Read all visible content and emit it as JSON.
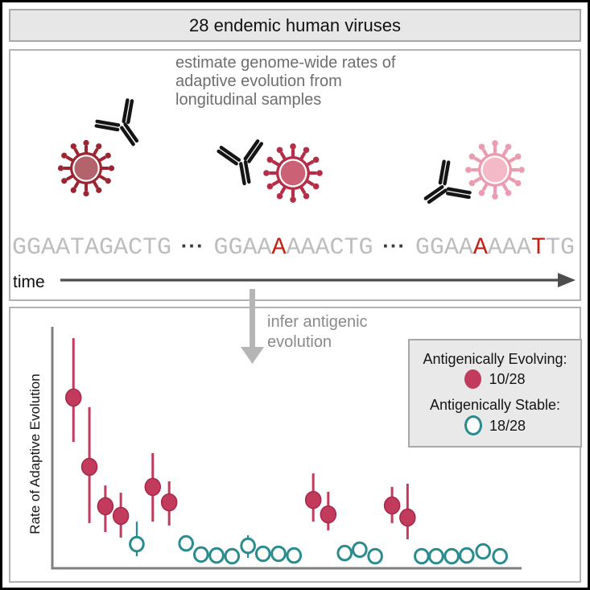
{
  "banner": {
    "title": "28 endemic human viruses"
  },
  "middle_panel": {
    "description_lines": [
      "estimate genome-wide rates of",
      "adaptive evolution from",
      "longitudinal samples"
    ],
    "sequences": [
      {
        "segments": [
          {
            "text": "GGAATAGACTG",
            "highlight": false
          }
        ]
      },
      {
        "segments": [
          {
            "text": "GGAA",
            "highlight": false
          },
          {
            "text": "A",
            "highlight": true
          },
          {
            "text": "AAACTG",
            "highlight": false
          }
        ]
      },
      {
        "segments": [
          {
            "text": "GGAA",
            "highlight": false
          },
          {
            "text": "A",
            "highlight": true
          },
          {
            "text": "AAA",
            "highlight": false
          },
          {
            "text": "T",
            "highlight": true
          },
          {
            "text": "TG",
            "highlight": false
          }
        ]
      }
    ],
    "separator": "···",
    "time_label": "time"
  },
  "infer": {
    "lines": [
      "infer antigenic",
      "evolution"
    ]
  },
  "illustration": {
    "viruses": [
      {
        "name": "dark-red-virus",
        "outer": "#9b2531",
        "inner": "#b4626c"
      },
      {
        "name": "crimson-virus",
        "outer": "#b52e48",
        "inner": "#ca6174"
      },
      {
        "name": "light-pink-virus",
        "outer": "#ec9cb1",
        "inner": "#f4b9c6"
      }
    ]
  },
  "chart_data": {
    "type": "scatter",
    "title": "",
    "xlabel": "",
    "ylabel": "Rate of Adaptive Evolution",
    "grid": false,
    "ticks": "none",
    "legend_position": "upper right",
    "x_units": "virus position along unlabeled axis, fraction 0-1",
    "y_units": "relative rate on unlabeled axis, fraction 0-1",
    "ylim": [
      0,
      1
    ],
    "series": [
      {
        "name": "Antigenically Evolving",
        "legend_label": "Antigenically Evolving:",
        "count_label": "10/28",
        "marker": "filled-circle",
        "color": "#c23a5c",
        "edge_color": "#a62848",
        "points": [
          {
            "x": 0.045,
            "y": 0.707,
            "ylo": 0.523,
            "yhi": 0.953
          },
          {
            "x": 0.079,
            "y": 0.42,
            "ylo": 0.187,
            "yhi": 0.667
          },
          {
            "x": 0.113,
            "y": 0.257,
            "ylo": 0.15,
            "yhi": 0.343
          },
          {
            "x": 0.146,
            "y": 0.217,
            "ylo": 0.127,
            "yhi": 0.313
          },
          {
            "x": 0.214,
            "y": 0.337,
            "ylo": 0.193,
            "yhi": 0.477
          },
          {
            "x": 0.249,
            "y": 0.273,
            "ylo": 0.177,
            "yhi": 0.36
          },
          {
            "x": 0.556,
            "y": 0.283,
            "ylo": 0.193,
            "yhi": 0.393
          },
          {
            "x": 0.588,
            "y": 0.223,
            "ylo": 0.157,
            "yhi": 0.317
          },
          {
            "x": 0.724,
            "y": 0.26,
            "ylo": 0.187,
            "yhi": 0.337
          },
          {
            "x": 0.757,
            "y": 0.21,
            "ylo": 0.12,
            "yhi": 0.35
          }
        ]
      },
      {
        "name": "Antigenically Stable",
        "legend_label": "Antigenically Stable:",
        "count_label": "18/28",
        "marker": "open-circle",
        "color": "#2a8b8f",
        "points": [
          {
            "x": 0.18,
            "y": 0.1,
            "ylo": 0.05,
            "yhi": 0.193
          },
          {
            "x": 0.285,
            "y": 0.103
          },
          {
            "x": 0.317,
            "y": 0.057
          },
          {
            "x": 0.35,
            "y": 0.053
          },
          {
            "x": 0.383,
            "y": 0.05
          },
          {
            "x": 0.417,
            "y": 0.093,
            "ylo": 0.043,
            "yhi": 0.137
          },
          {
            "x": 0.449,
            "y": 0.06
          },
          {
            "x": 0.482,
            "y": 0.06
          },
          {
            "x": 0.515,
            "y": 0.053
          },
          {
            "x": 0.623,
            "y": 0.063
          },
          {
            "x": 0.655,
            "y": 0.077
          },
          {
            "x": 0.688,
            "y": 0.05
          },
          {
            "x": 0.787,
            "y": 0.05
          },
          {
            "x": 0.818,
            "y": 0.05
          },
          {
            "x": 0.851,
            "y": 0.05
          },
          {
            "x": 0.883,
            "y": 0.053
          },
          {
            "x": 0.918,
            "y": 0.07
          },
          {
            "x": 0.954,
            "y": 0.05
          }
        ]
      }
    ]
  },
  "colors": {
    "evolving": "#c23a5c",
    "stable": "#2a8b8f",
    "seq_gray": "#bdbdbd",
    "seq_red": "#c32114",
    "banner_bg": "#e7e7e7",
    "banner_border": "#a8a8a8",
    "panel_border": "#b2b2b2",
    "legend_bg": "#e9e9e9",
    "axis": "#7f7f7f",
    "desc_text": "#6e6e6e",
    "infer_text": "#8a8a8a",
    "time_arrow": "#4d4d4d",
    "down_arrow": "#b5b5b5",
    "antibody": "#151515"
  }
}
